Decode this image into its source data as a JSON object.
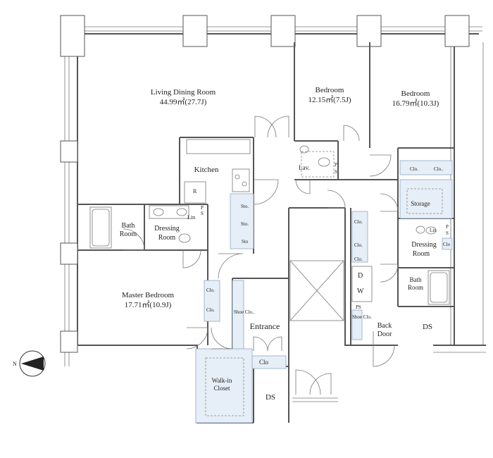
{
  "rooms": {
    "living": {
      "name": "Living Dining Room",
      "area": "44.99㎡(27.7J)"
    },
    "bedroom1": {
      "name": "Bedroom",
      "area": "12.15㎡(7.5J)"
    },
    "bedroom2": {
      "name": "Bedroom",
      "area": "16.79㎡(10.3J)"
    },
    "master": {
      "name": "Master Bedroom",
      "area": "17.71㎡(10.9J)"
    },
    "kitchen": "Kitchen",
    "bath1_a": "Bath",
    "bath1_b": "Room",
    "dressing1_a": "Dressing",
    "dressing1_b": "Room",
    "dressing2_a": "Dressing",
    "dressing2_b": "Room",
    "bath2_a": "Bath",
    "bath2_b": "Room",
    "entrance": "Entrance",
    "walkin_a": "Walk-in",
    "walkin_b": "Closet",
    "lav": "Lav.",
    "storage": "Storage",
    "back_door_a": "Back",
    "back_door_b": "Door",
    "ds1": "DS",
    "ds2": "DS"
  },
  "fixtures": {
    "r": "R",
    "lin1": "Lin",
    "lin2": "Lin",
    "ps1": "P",
    "ps1b": "S",
    "ps2": "P",
    "ps2b": "S",
    "ps3": "PS",
    "ps4": "P",
    "ps4b": "S",
    "sto1": "Sto.",
    "sto2": "Sto.",
    "sto3": "Sto",
    "clo_a": "Clo.",
    "clo_b": "Clo..",
    "clo_c": "Clo.",
    "clo_d": "Clo.",
    "clo_e": "Clo.",
    "clo_f": "Clo",
    "clo_g": "Clo.",
    "clo_h": "Clo.",
    "clo_i": "Clo",
    "shoe1": "Shoe Clo..",
    "shoe2": "Shoe Clo.",
    "d": "D",
    "w": "W"
  },
  "compass": {
    "north": "N"
  }
}
